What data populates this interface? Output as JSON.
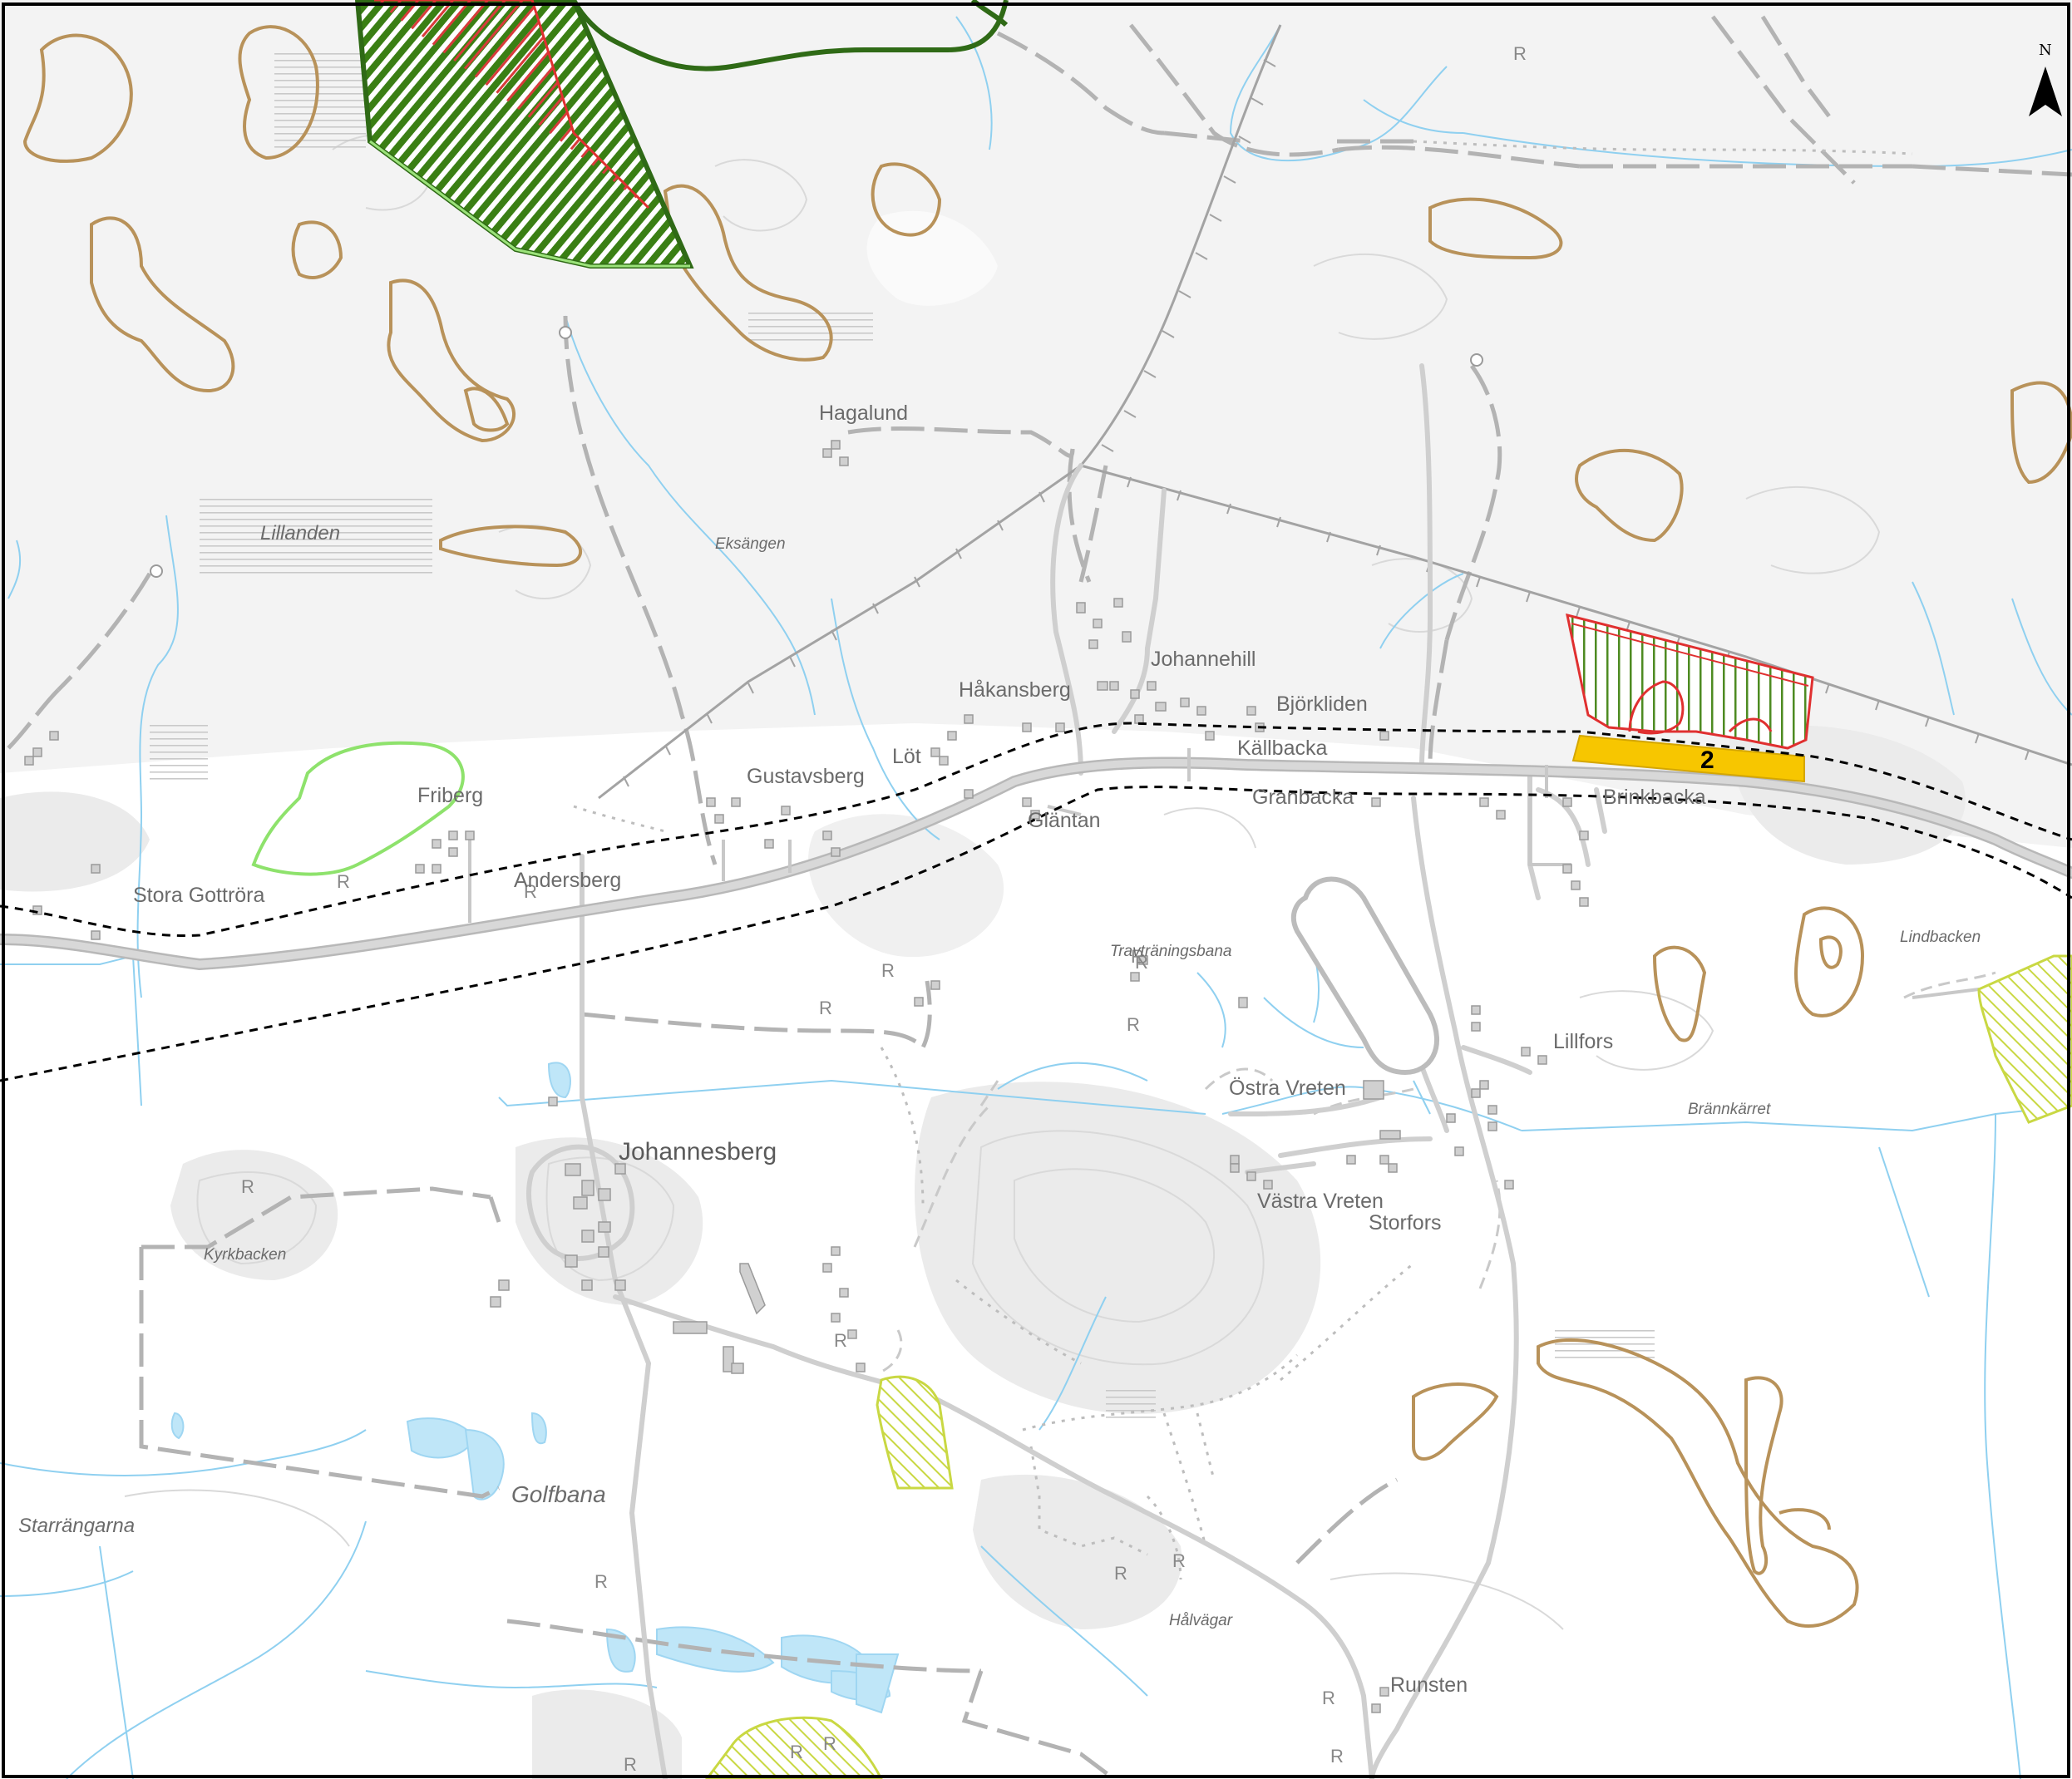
{
  "map": {
    "north_label": "N",
    "area_label": "2",
    "places": [
      {
        "id": "hagalund",
        "text": "Hagalund",
        "style": "normal"
      },
      {
        "id": "lillanden",
        "text": "Lillanden",
        "style": "italic"
      },
      {
        "id": "eksangen",
        "text": "Eksängen",
        "style": "small-italic"
      },
      {
        "id": "johannehill",
        "text": "Johannehill",
        "style": "normal"
      },
      {
        "id": "hakansberg",
        "text": "Håkansberg",
        "style": "normal"
      },
      {
        "id": "bjorkliden",
        "text": "Björkliden",
        "style": "normal"
      },
      {
        "id": "lot",
        "text": "Löt",
        "style": "normal"
      },
      {
        "id": "kallbacka",
        "text": "Källbacka",
        "style": "normal"
      },
      {
        "id": "gustavsberg",
        "text": "Gustavsberg",
        "style": "normal"
      },
      {
        "id": "friberg",
        "text": "Friberg",
        "style": "normal"
      },
      {
        "id": "granbacka",
        "text": "Granbacka",
        "style": "normal"
      },
      {
        "id": "brinkbacka",
        "text": "Brinkbacka",
        "style": "normal"
      },
      {
        "id": "glantan",
        "text": "Gläntan",
        "style": "normal"
      },
      {
        "id": "andersberg",
        "text": "Andersberg",
        "style": "normal"
      },
      {
        "id": "stora_gottrora",
        "text": "Stora Gottröra",
        "style": "normal"
      },
      {
        "id": "travtraningsbana",
        "text": "Travträningsbana",
        "style": "small-italic"
      },
      {
        "id": "lindbacken",
        "text": "Lindbacken",
        "style": "small-italic"
      },
      {
        "id": "lillfors",
        "text": "Lillfors",
        "style": "normal"
      },
      {
        "id": "ostra_vreten",
        "text": "Östra Vreten",
        "style": "normal"
      },
      {
        "id": "brannkarret",
        "text": "Brännkärret",
        "style": "small-italic"
      },
      {
        "id": "johannesberg",
        "text": "Johannesberg",
        "style": "big"
      },
      {
        "id": "vastra_vreten",
        "text": "Västra Vreten",
        "style": "normal"
      },
      {
        "id": "storfors",
        "text": "Storfors",
        "style": "normal"
      },
      {
        "id": "kyrkbacken",
        "text": "Kyrkbacken",
        "style": "small-italic"
      },
      {
        "id": "golfbana",
        "text": "Golfbana",
        "style": "italic-big"
      },
      {
        "id": "starrangarna",
        "text": "Starrängarna",
        "style": "italic"
      },
      {
        "id": "halvagar",
        "text": "Hålvägar",
        "style": "small-italic"
      },
      {
        "id": "runsten",
        "text": "Runsten",
        "style": "normal"
      }
    ],
    "colors": {
      "background": "#f5f5f5",
      "open_land": "#ffffff",
      "forest_shade": "#ececec",
      "water": "#bde6f7",
      "water_line": "#8fd0f0",
      "road": "#c8c8c8",
      "road_edge": "#b5b5b5",
      "dashed_path": "#a8a8a8",
      "corridor": "#000000",
      "railway": "#a0a0a0",
      "brown_area": "#b8925a",
      "dark_green": "#2f6a16",
      "dark_green_hatch": "#3a7f14",
      "light_green": "#9be27a",
      "red_outline": "#e03030",
      "yellow_hatch": "#d8e85a",
      "yellow_fill": "#f7c600",
      "map_border": "#000000"
    }
  }
}
